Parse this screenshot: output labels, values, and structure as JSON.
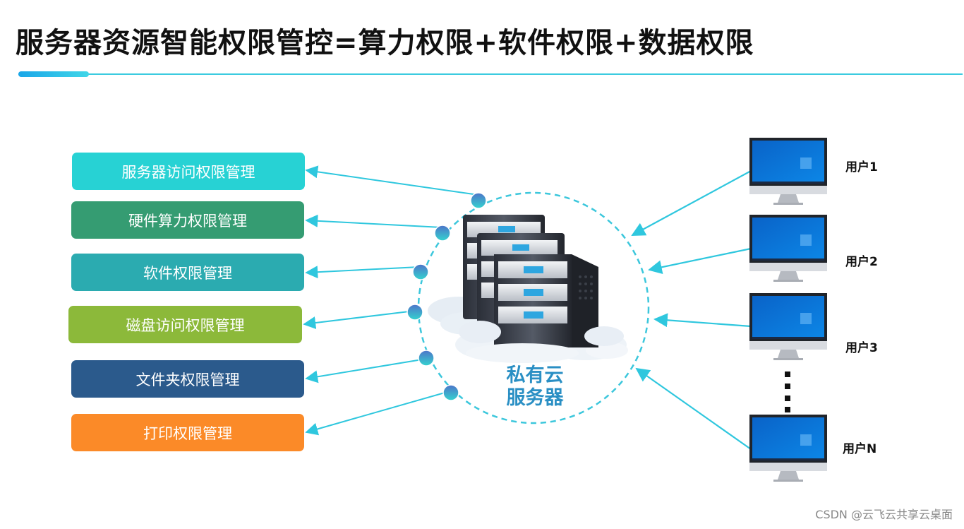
{
  "title": "服务器资源智能权限管控=算力权限+软件权限+数据权限",
  "permissions": [
    {
      "label": "服务器访问权限管理",
      "color": "#27d2d4"
    },
    {
      "label": "硬件算力权限管理",
      "color": "#359c72"
    },
    {
      "label": "软件权限管理",
      "color": "#2babb0"
    },
    {
      "label": "磁盘访问权限管理",
      "color": "#8cb93a"
    },
    {
      "label": "文件夹权限管理",
      "color": "#2b5a8c"
    },
    {
      "label": "打印权限管理",
      "color": "#fb8a28"
    }
  ],
  "server": {
    "line1": "私有云",
    "line2": "服务器"
  },
  "users": [
    "用户1",
    "用户2",
    "用户3",
    "用户N"
  ],
  "watermark": "CSDN @云飞云共享云桌面",
  "colors": {
    "accent": "#3ccbe0",
    "server_text": "#2a8fc4"
  }
}
